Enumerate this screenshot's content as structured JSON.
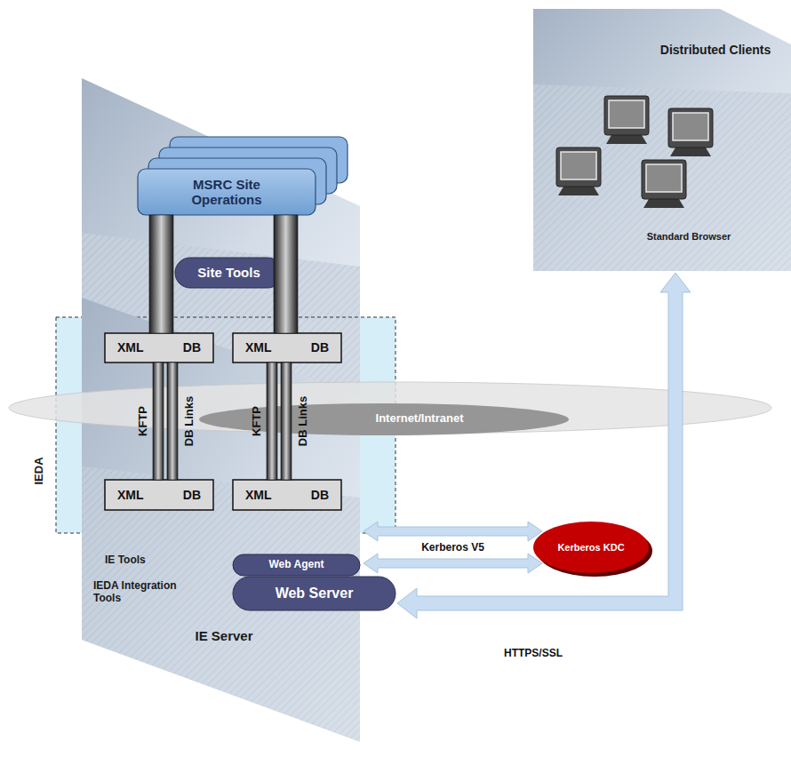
{
  "diagram": {
    "nodes": [
      {
        "text": [
          "Distributed Clients",
          "Standard Browser"
        ]
      },
      {
        "text": [
          "IE Server"
        ]
      },
      {
        "text": [
          "MSRC Site Operations"
        ]
      },
      {
        "text": [
          "Site Tools"
        ]
      },
      {
        "text": [
          "XML",
          "DB"
        ]
      },
      {
        "text": [
          "XML",
          "DB"
        ]
      },
      {
        "text": [
          "XML",
          "DB"
        ],
        "in": 1
      },
      {
        "text": [
          "XML",
          "DB"
        ],
        "in": 1
      },
      {
        "text": [
          "Internet/Intranet"
        ]
      },
      {
        "text": [
          "Web Agent"
        ],
        "in": 1
      },
      {
        "text": [
          "Web Server"
        ],
        "in": 1
      },
      {
        "text": [
          "Kerberos KDC"
        ]
      }
    ],
    "edges": [
      {
        "from": 2,
        "to": 4,
        "arrow": "none"
      },
      {
        "from": 2,
        "to": 5,
        "arrow": "none"
      },
      {
        "from": 4,
        "to": 6,
        "label": "KFTP",
        "arrow": "none"
      },
      {
        "from": 4,
        "to": 6,
        "label": "DB Links",
        "arrow": "none"
      },
      {
        "from": 5,
        "to": 7,
        "label": "KFTP",
        "arrow": "none"
      },
      {
        "from": 5,
        "to": 7,
        "label": "DB Links",
        "arrow": "none"
      },
      {
        "from": 1,
        "to": 11,
        "label": "Kerberos V5",
        "arrow": "both"
      },
      {
        "from": 9,
        "to": 11,
        "arrow": "both"
      },
      {
        "from": 10,
        "to": 0,
        "label": "HTTPS/SSL",
        "arrow": "both"
      }
    ],
    "labels": [
      "IEDA",
      "IE Tools",
      "IEDA Integration Tools"
    ]
  }
}
